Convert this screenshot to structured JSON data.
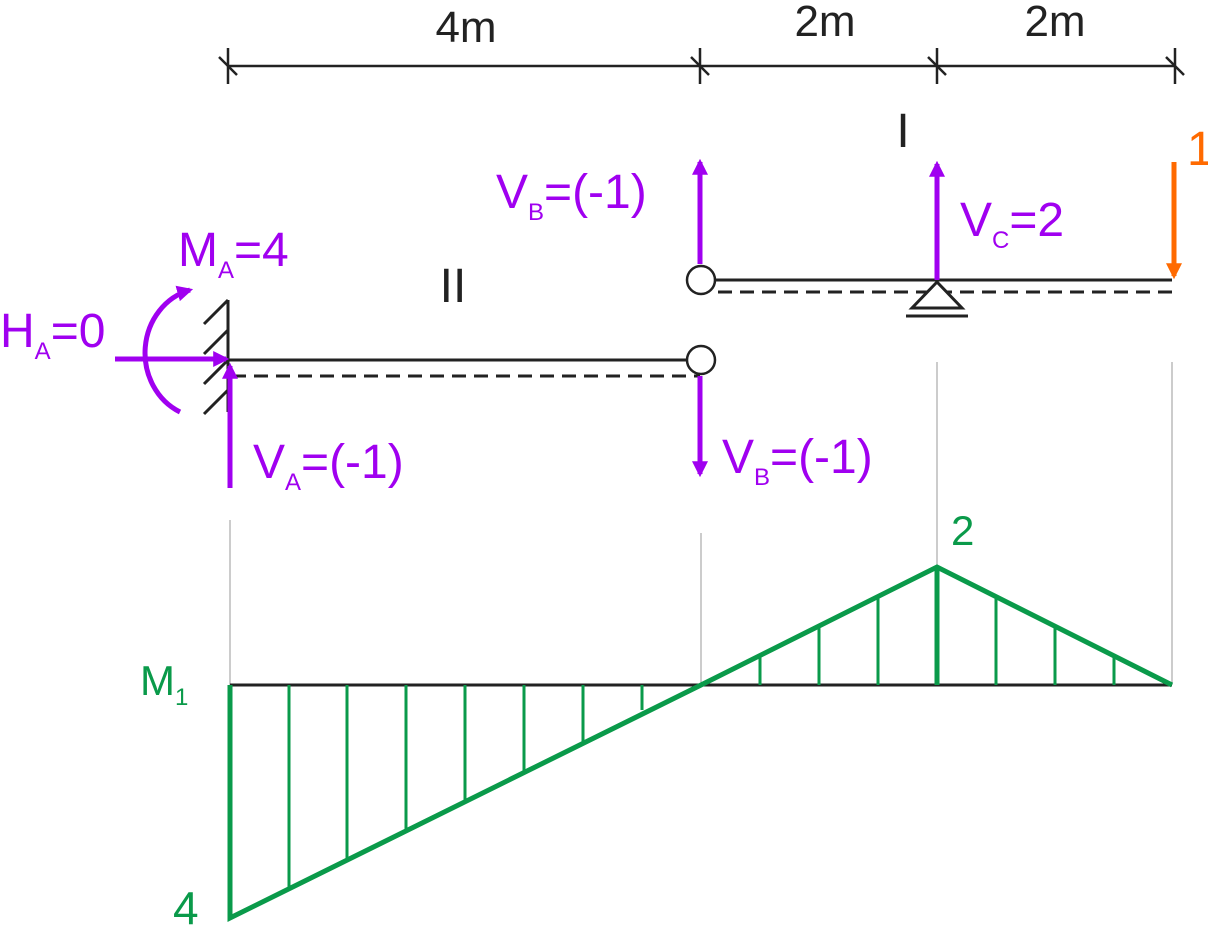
{
  "colors": {
    "structure": "#222222",
    "reaction": "#a000f0",
    "unit_load": "#ff6a00",
    "moment": "#0a9a4a"
  },
  "dimensions": [
    "4m",
    "2m",
    "2m"
  ],
  "segments": {
    "beam_right": "I",
    "beam_left": "II"
  },
  "reactions": {
    "HA": {
      "main": "H",
      "sub": "A",
      "value": "=0"
    },
    "MA": {
      "main": "M",
      "sub": "A",
      "value": "=4"
    },
    "VA": {
      "main": "V",
      "sub": "A",
      "value": "=(-1)"
    },
    "VB_top": {
      "main": "V",
      "sub": "B",
      "value": "=(-1)"
    },
    "VB_bottom": {
      "main": "V",
      "sub": "B",
      "value": "=(-1)"
    },
    "VC": {
      "main": "V",
      "sub": "C",
      "value": "=2"
    }
  },
  "unit_load": "1",
  "moment_diagram": {
    "label_main": "M",
    "label_sub": "1",
    "min_label": "4",
    "max_label": "2"
  }
}
